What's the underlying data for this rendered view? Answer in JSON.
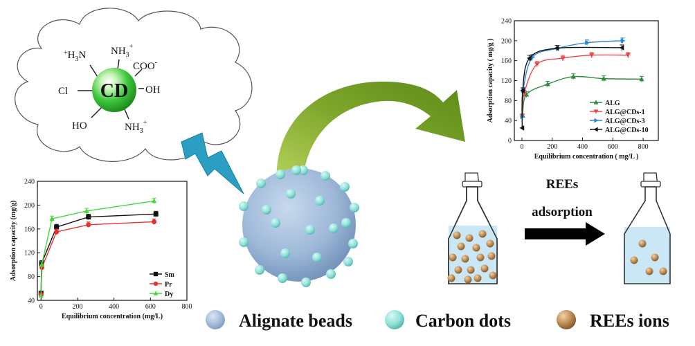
{
  "cloud": {
    "core": "CD",
    "groups": {
      "h3n_pre": "+",
      "h3n_main": "H",
      "h3n_sub": "3",
      "h3n_n": "N",
      "nh3_top_main": "NH",
      "nh3_top_sub": "3",
      "nh3_top_sup": "+",
      "coo": "COO",
      "coo_sup": "-",
      "cl": "Cl",
      "oh": "OH",
      "ho": "HO",
      "nh3_bot_main": "NH",
      "nh3_bot_sub": "3",
      "nh3_bot_sup": "+"
    }
  },
  "process": {
    "label_1": "REEs",
    "label_2": "adsorption"
  },
  "legend": {
    "alginate": "Alignate beads",
    "carbon": "Carbon dots",
    "rees": "REEs ions"
  },
  "colors": {
    "bead": "#9db8d8",
    "carbon_dot": "#8fe0d8",
    "cd_core": "#3ec83e",
    "rees_ion": "#b9874f",
    "arrow_green": "#8fb534",
    "lightning": "#2a9fc3",
    "water": "#c9e7f5"
  },
  "chart_data": [
    {
      "type": "scatter",
      "xlabel": "Equilibrium concentration ( mg/L )",
      "ylabel": "Adsorption capacity ( mg/g )",
      "xlim": [
        -50,
        900
      ],
      "ylim": [
        0,
        240
      ],
      "xticks": [
        0,
        200,
        400,
        600,
        800
      ],
      "yticks": [
        0,
        40,
        80,
        120,
        160,
        200,
        240
      ],
      "legend_position": "lower-right",
      "series": [
        {
          "name": "ALG",
          "color": "#2e8b3a",
          "marker": "triangle-up",
          "x": [
            5,
            30,
            170,
            340,
            540,
            790
          ],
          "y": [
            50,
            92,
            113,
            128,
            124,
            123
          ]
        },
        {
          "name": "ALG@CDs-1",
          "color": "#e8484e",
          "marker": "triangle-down",
          "x": [
            3,
            15,
            100,
            270,
            460,
            700
          ],
          "y": [
            50,
            95,
            153,
            165,
            171,
            171
          ]
        },
        {
          "name": "ALG@CDs-3",
          "color": "#2a86d8",
          "marker": "triangle-right",
          "x": [
            2,
            8,
            70,
            240,
            430,
            665
          ],
          "y": [
            48,
            100,
            167,
            185,
            196,
            200
          ]
        },
        {
          "name": "ALG@CDs-10",
          "color": "#111111",
          "marker": "triangle-left",
          "x": [
            2,
            5,
            50,
            230,
            660
          ],
          "y": [
            25,
            100,
            165,
            185,
            186
          ]
        }
      ]
    },
    {
      "type": "line",
      "xlabel": "Equilibrium concentration (mg/L)",
      "ylabel": "Adsorption capacity (mg/g)",
      "xlim": [
        -20,
        800
      ],
      "ylim": [
        40,
        240
      ],
      "xticks": [
        0,
        200,
        400,
        600,
        800
      ],
      "yticks": [
        40,
        80,
        120,
        160,
        200,
        240
      ],
      "legend_position": "lower-right",
      "series": [
        {
          "name": "Sm",
          "color": "#111111",
          "marker": "square",
          "x": [
            0,
            3,
            85,
            260,
            630
          ],
          "y": [
            52,
            102,
            163,
            180,
            185
          ]
        },
        {
          "name": "Pr",
          "color": "#e53030",
          "marker": "circle",
          "x": [
            0,
            5,
            85,
            260,
            620
          ],
          "y": [
            50,
            95,
            155,
            167,
            172
          ]
        },
        {
          "name": "Dy",
          "color": "#44d63c",
          "marker": "triangle-up",
          "x": [
            0,
            4,
            60,
            250,
            620
          ],
          "y": [
            48,
            100,
            177,
            190,
            207
          ]
        }
      ]
    }
  ]
}
